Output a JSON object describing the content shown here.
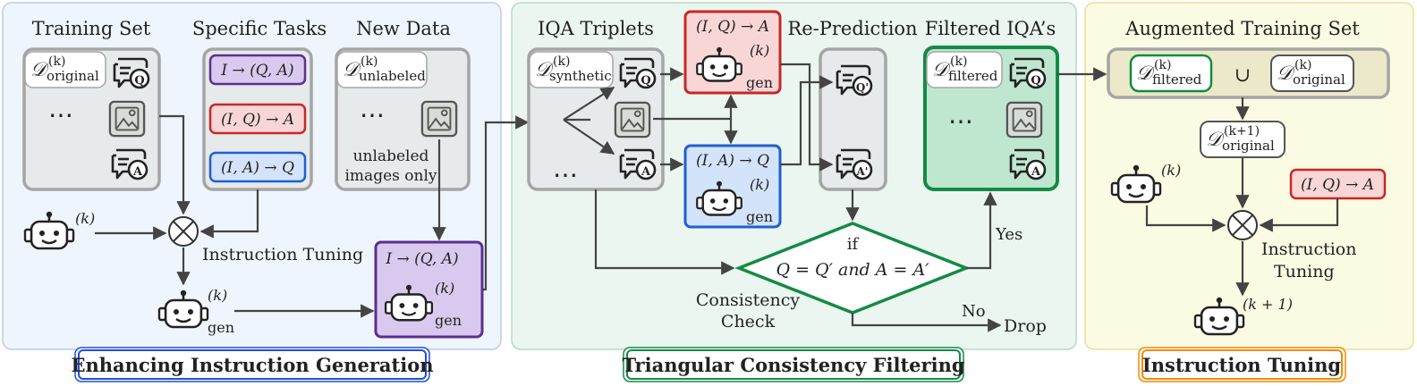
{
  "panels": {
    "left": {
      "caption": "Enhancing Instruction Generation",
      "training_set": "Training Set",
      "specific_tasks": "Specific Tasks",
      "new_data": "New Data",
      "d_original": "𝒟",
      "d_original_sup": "(k)",
      "d_original_sub": "original",
      "d_unlabeled": "𝒟",
      "d_unlabeled_sup": "(k)",
      "d_unlabeled_sub": "unlabeled",
      "ellipsis": "⋯",
      "task_iqa": "I → (Q, A)",
      "task_iq_a": "(I, Q) → A",
      "task_ia_q": "(I, A) → Q",
      "unlabeled_note_1": "unlabeled",
      "unlabeled_note_2": "images only",
      "instruction_tuning": "Instruction Tuning",
      "robot_k": "(k)",
      "robot_gen_sup": "(k)",
      "robot_gen_sub": "gen",
      "gen_box_task": "I → (Q, A)",
      "gen_box_sup": "(k)",
      "gen_box_sub": "gen"
    },
    "middle": {
      "caption": "Triangular Consistency Filtering",
      "iqa_triplets": "IQA Triplets",
      "d_synthetic": "𝒟",
      "d_synthetic_sup": "(k)",
      "d_synthetic_sub": "synthetic",
      "ellipsis": "⋯",
      "top_task": "(I, Q) → A",
      "top_sup": "(k)",
      "top_sub": "gen",
      "bottom_task": "(I, A) → Q",
      "bottom_sup": "(k)",
      "bottom_sub": "gen",
      "re_prediction": "Re-Prediction",
      "filtered_iqas": "Filtered IQA’s",
      "d_filtered": "𝒟",
      "d_filtered_sup": "(k)",
      "d_filtered_sub": "filtered",
      "check_if": "if",
      "check_cond": "Q = Q′ and A = A′",
      "consistency_1": "Consistency",
      "consistency_2": "Check",
      "yes": "Yes",
      "no": "No",
      "drop": "Drop"
    },
    "right": {
      "caption": "Instruction Tuning",
      "augmented": "Augmented Training Set",
      "d_filtered": "𝒟",
      "d_filtered_sup": "(k)",
      "d_filtered_sub": "filtered",
      "union": "∪",
      "d_original": "𝒟",
      "d_original_sup": "(k)",
      "d_original_sub": "original",
      "d_next": "𝒟",
      "d_next_sup": "(k+1)",
      "d_next_sub": "original",
      "robot_k": "(k)",
      "task": "(I, Q) → A",
      "instruction_1": "Instruction",
      "instruction_2": "Tuning",
      "robot_next": "(k + 1)"
    }
  },
  "icons": {
    "q_glyph": "Q",
    "a_glyph": "A",
    "q_prime_glyph": "Q'",
    "a_prime_glyph": "A'"
  },
  "colors": {
    "left_bg": "#eef5fc",
    "left_border": "#b9cdf0",
    "middle_bg": "#eaf6ef",
    "middle_border": "#b7dcc4",
    "right_bg": "#fbfae2",
    "right_border": "#e9df9f",
    "purple": "#5b2e91",
    "purple_fill": "#d9c9ee",
    "red": "#c62828",
    "red_fill": "#f9d6d6",
    "blue": "#1f5fd1",
    "blue_fill": "#d3e3f9",
    "green": "#148a45",
    "green_fill": "#bfe7cf",
    "orange": "#f08a00"
  }
}
